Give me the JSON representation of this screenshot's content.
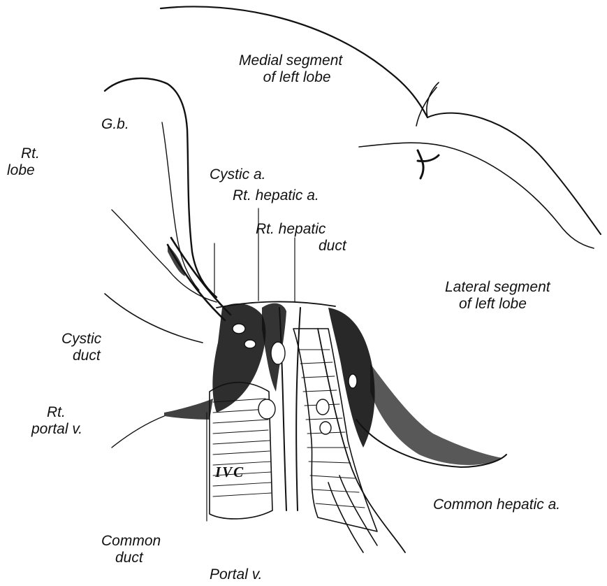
{
  "labels": {
    "medial_segment_line1": "Medial segment",
    "medial_segment_line2": "of left lobe",
    "gallbladder": "G.b.",
    "rt_lobe_line1": "Rt.",
    "rt_lobe_line2": "lobe",
    "cystic_artery": "Cystic a.",
    "rt_hepatic_artery": "Rt. hepatic a.",
    "rt_hepatic_duct_line1": "Rt. hepatic",
    "rt_hepatic_duct_line2": "duct",
    "lateral_segment_line1": "Lateral segment",
    "lateral_segment_line2": "of left lobe",
    "cystic_duct_line1": "Cystic",
    "cystic_duct_line2": "duct",
    "rt_portal_vein_line1": "Rt.",
    "rt_portal_vein_line2": "portal v.",
    "ivc": "IVC",
    "common_hepatic_artery": "Common hepatic a.",
    "common_duct_line1": "Common",
    "common_duct_line2": "duct",
    "portal_vein": "Portal v."
  },
  "colors": {
    "ink": "#111111",
    "paper": "#ffffff"
  }
}
